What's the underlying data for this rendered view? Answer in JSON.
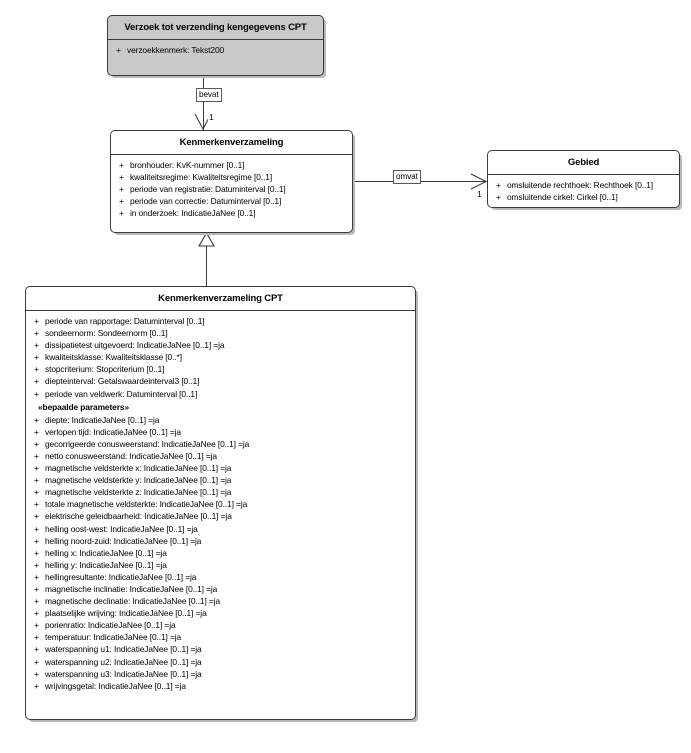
{
  "diagram": {
    "title": "UML class diagram Kenmerkenverzameling CPT",
    "background_color": "#ffffff",
    "line_color": "#3a3a3a",
    "shaded_fill": "#c9c9c9",
    "plain_fill": "#ffffff"
  },
  "classes": {
    "verzoek": {
      "name": "Verzoek tot verzending kengegevens CPT",
      "attributes": [
        {
          "visibility": "+",
          "text": "verzoekkenmerk: Tekst200"
        }
      ]
    },
    "kenmerkenverzameling": {
      "name": "Kenmerkenverzameling",
      "attributes": [
        {
          "visibility": "+",
          "text": "bronhouder: KvK-nummer [0..1]"
        },
        {
          "visibility": "+",
          "text": "kwaliteitsregime: Kwaliteitsregime [0..1]"
        },
        {
          "visibility": "+",
          "text": "periode van registratie: Datuminterval [0..1]"
        },
        {
          "visibility": "+",
          "text": "periode van correctie: Datuminterval [0..1]"
        },
        {
          "visibility": "+",
          "text": "in onderzoek: IndicatieJaNee [0..1]"
        }
      ]
    },
    "gebied": {
      "name": "Gebied",
      "attributes": [
        {
          "visibility": "+",
          "text": "omsluitende rechthoek: Rechthoek [0..1]"
        },
        {
          "visibility": "+",
          "text": "omsluitende cirkel: Cirkel [0..1]"
        }
      ]
    },
    "kenmerkenverzameling_cpt": {
      "name": "Kenmerkenverzameling CPT",
      "attributes_top": [
        {
          "visibility": "+",
          "text": "periode van rapportage: Datuminterval [0..1]"
        },
        {
          "visibility": "+",
          "text": "sondeernorm: Sondeernorm [0..1]"
        },
        {
          "visibility": "+",
          "text": "dissipatietest uitgevoerd: IndicatieJaNee [0..1] =ja"
        },
        {
          "visibility": "+",
          "text": "kwaliteitsklasse: Kwaliteitsklasse [0..*]"
        },
        {
          "visibility": "+",
          "text": "stopcriterium: Stopcriterium [0..1]"
        },
        {
          "visibility": "+",
          "text": "diepteinterval: Getalswaardeinterval3 [0..1]"
        },
        {
          "visibility": "+",
          "text": "periode van veldwerk: Datuminterval [0..1]"
        }
      ],
      "stereotype": "«bepaalde parameters»",
      "attributes_params": [
        {
          "visibility": "+",
          "text": "diepte: IndicatieJaNee [0..1] =ja"
        },
        {
          "visibility": "+",
          "text": "verlopen tijd: IndicatieJaNee [0..1] =ja"
        },
        {
          "visibility": "+",
          "text": "gecorrigeerde conusweerstand: IndicatieJaNee [0..1] =ja"
        },
        {
          "visibility": "+",
          "text": "netto conusweerstand: IndicatieJaNee [0..1] =ja"
        },
        {
          "visibility": "+",
          "text": "magnetische veldsterkte x: IndicatieJaNee [0..1] =ja"
        },
        {
          "visibility": "+",
          "text": "magnetische veldsterkte y: IndicatieJaNee [0..1] =ja"
        },
        {
          "visibility": "+",
          "text": "magnetische veldsterkte z: IndicatieJaNee [0..1] =ja"
        },
        {
          "visibility": "+",
          "text": "totale magnetische veldsterkte: IndicatieJaNee [0..1] =ja"
        },
        {
          "visibility": "+",
          "text": "elektrische geleidbaarheid: IndicatieJaNee [0..1] =ja"
        },
        {
          "visibility": "+",
          "text": "helling oost-west: IndicatieJaNee [0..1] =ja"
        },
        {
          "visibility": "+",
          "text": "helling noord-zuid: IndicatieJaNee [0..1] =ja"
        },
        {
          "visibility": "+",
          "text": "helling x: IndicatieJaNee [0..1] =ja"
        },
        {
          "visibility": "+",
          "text": "helling y: IndicatieJaNee [0..1] =ja"
        },
        {
          "visibility": "+",
          "text": "hellingresultante: IndicatieJaNee [0..1] =ja"
        },
        {
          "visibility": "+",
          "text": "magnetische inclinatie: IndicatieJaNee [0..1] =ja"
        },
        {
          "visibility": "+",
          "text": "magnetische declinatie: IndicatieJaNee [0..1] =ja"
        },
        {
          "visibility": "+",
          "text": "plaatselijke wrijving: IndicatieJaNee [0..1] =ja"
        },
        {
          "visibility": "+",
          "text": "porienratio: IndicatieJaNee [0..1] =ja"
        },
        {
          "visibility": "+",
          "text": "temperatuur: IndicatieJaNee [0..1] =ja"
        },
        {
          "visibility": "+",
          "text": "waterspanning u1: IndicatieJaNee [0..1] =ja"
        },
        {
          "visibility": "+",
          "text": "waterspanning u2: IndicatieJaNee [0..1] =ja"
        },
        {
          "visibility": "+",
          "text": "waterspanning u3: IndicatieJaNee [0..1] =ja"
        },
        {
          "visibility": "+",
          "text": "wrijvingsgetal: IndicatieJaNee [0..1] =ja"
        }
      ]
    }
  },
  "relations": {
    "bevat": {
      "label": "bevat",
      "target_multiplicity": "1",
      "kind": "association"
    },
    "omvat": {
      "label": "omvat",
      "target_multiplicity": "1",
      "kind": "association"
    },
    "generalization": {
      "kind": "generalization"
    }
  }
}
